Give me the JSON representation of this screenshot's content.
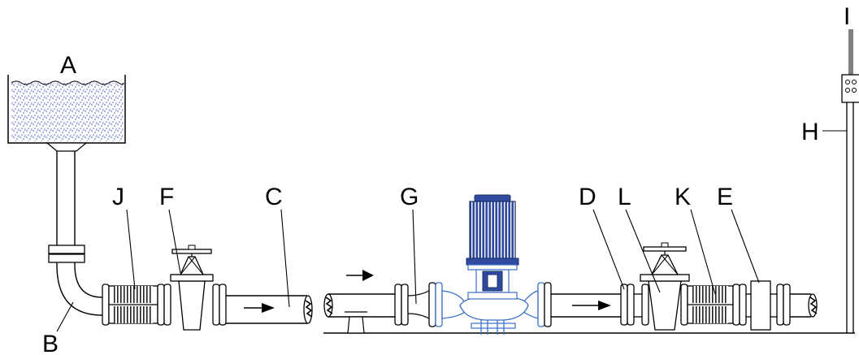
{
  "labels": {
    "A": "A",
    "B": "B",
    "C": "C",
    "D": "D",
    "E": "E",
    "F": "F",
    "G": "G",
    "H": "H",
    "I": "I",
    "J": "J",
    "K": "K",
    "L": "L"
  },
  "colors": {
    "line": "#000000",
    "tank_fill": "#6a86d4",
    "pump_motor": "#2f4a9e",
    "pump_casing": "#3a70c8",
    "background": "#ffffff"
  },
  "icons": {
    "flow_arrow": "arrow-right-icon",
    "motor": "electric-motor-icon",
    "valve": "gate-valve-icon",
    "bellows": "expansion-joint-icon",
    "tank": "liquid-tank-icon",
    "sensor": "sensor-box-icon"
  }
}
